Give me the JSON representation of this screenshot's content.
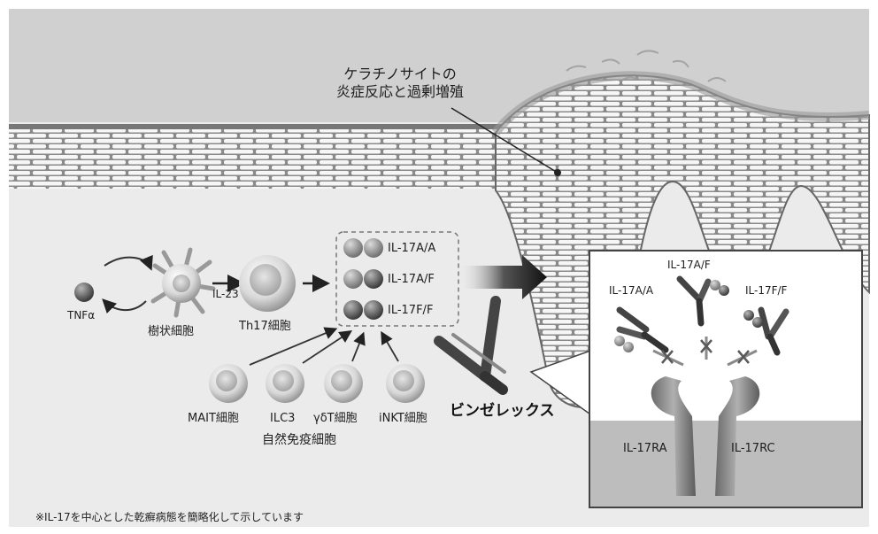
{
  "keratinocyte_label": [
    "ケラチノサイトの",
    "炎症反応と過剰増殖"
  ],
  "cells": {
    "tnf": "TNFα",
    "il23": "IL-23",
    "dendritic": "樹状細胞",
    "th17": "Th17細胞",
    "mait": "MAIT細胞",
    "ilc3": "ILC3",
    "gdt": "γδT細胞",
    "inkt": "iNKT細胞",
    "innate_group": "自然免疫細胞"
  },
  "cytokines": [
    "IL-17A/A",
    "IL-17A/F",
    "IL-17F/F"
  ],
  "inset": {
    "il17af": "IL-17A/F",
    "il17aa": "IL-17A/A",
    "il17ff": "IL-17F/F",
    "ra": "IL-17RA",
    "rc": "IL-17RC"
  },
  "drug": "ビンゼレックス",
  "footnote": "※IL-17を中心とした乾癬病態を簡略化して示しています",
  "colors": {
    "background": "#ebebeb",
    "tissue": "#d4d4d4",
    "receptor_zone": "#bdbdbd",
    "cell_fill": "#f4f4f4"
  }
}
